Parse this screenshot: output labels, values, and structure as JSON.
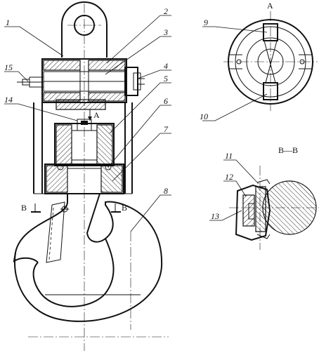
{
  "part_labels": [
    "1",
    "2",
    "3",
    "4",
    "5",
    "6",
    "7",
    "8",
    "9",
    "10",
    "11",
    "12",
    "13",
    "14",
    "15"
  ],
  "section_labels": {
    "view_a_title": "A",
    "arrow_a": "A",
    "arrow_b_left": "B",
    "arrow_b_right": "B",
    "section_bb_title": "B—B"
  }
}
